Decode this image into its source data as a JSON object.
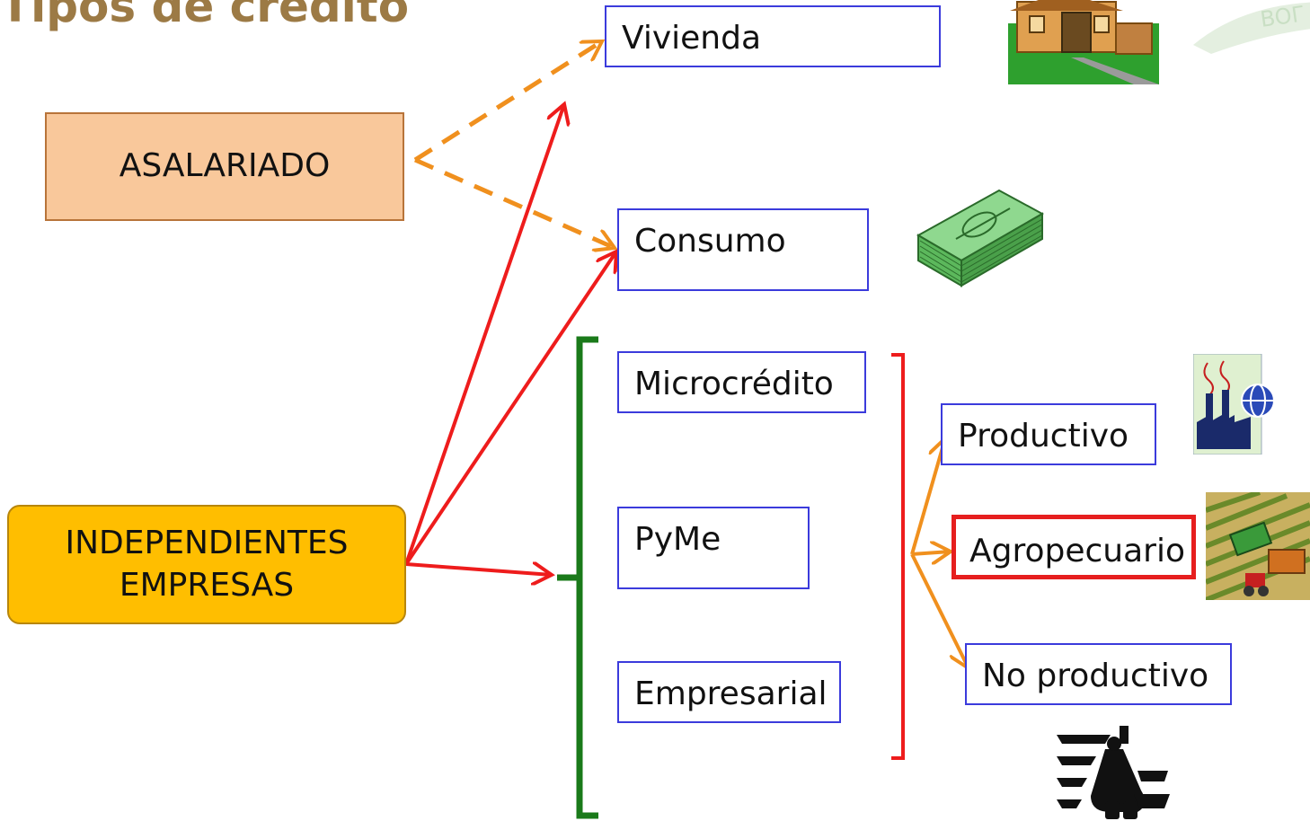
{
  "title": "Tipos de crédito",
  "sources": {
    "asalariado": "ASALARIADO",
    "independientes_line1": "INDEPENDIENTES",
    "independientes_line2": "EMPRESAS"
  },
  "categories": {
    "vivienda": "Vivienda",
    "consumo": "Consumo",
    "microcredito": "Microcrédito",
    "pyme": "PyMe",
    "empresarial": "Empresarial"
  },
  "subcategories": {
    "productivo": "Productivo",
    "agropecuario": "Agropecuario",
    "no_productivo": "No productivo"
  },
  "logo_text": "BOГ",
  "colors": {
    "orange": "#f0901e",
    "red": "#ee1c1c",
    "green": "#1a7a1a",
    "box_border": "#3b3bdc"
  }
}
